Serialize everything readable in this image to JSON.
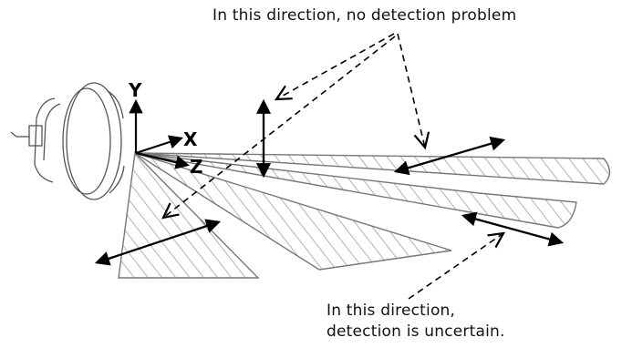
{
  "captions": {
    "top": "In this direction, no detection problem",
    "bottom_line1": "In this direction,",
    "bottom_line2": "detection is uncertain."
  },
  "axes": {
    "y": "Y",
    "x": "X",
    "z": "Z"
  },
  "colors": {
    "ink": "#000000",
    "outline": "#777777",
    "hatch": "#888888"
  }
}
